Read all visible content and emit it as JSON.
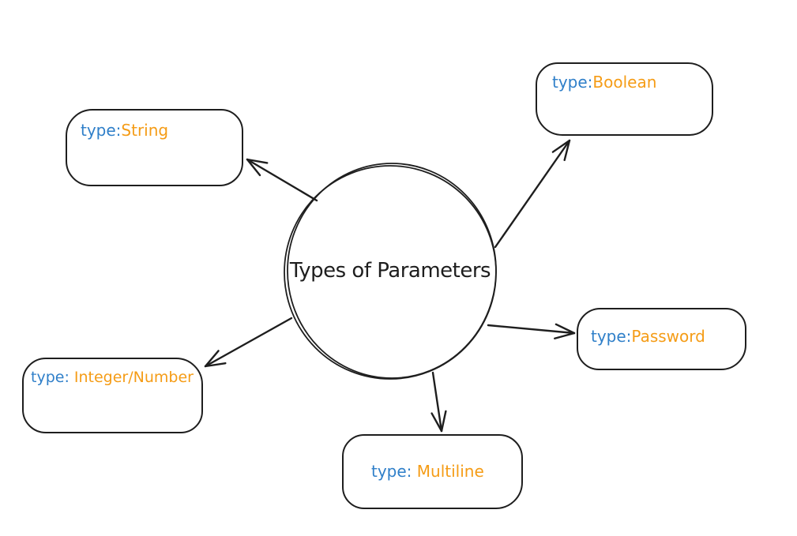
{
  "diagram": {
    "title": "Types of Parameters",
    "colors": {
      "background": "#ffffff",
      "stroke": "#1e1e1e",
      "type_prefix_blue": "#2f7fc9",
      "type_value_orange": "#f59c16"
    },
    "center": {
      "shape": "circle",
      "label": "Types of Parameters"
    },
    "nodes": [
      {
        "id": "string",
        "shape": "rounded-rectangle",
        "prefix": "type:",
        "value": "String"
      },
      {
        "id": "boolean",
        "shape": "rounded-rectangle",
        "prefix": "type:",
        "value": "Boolean"
      },
      {
        "id": "password",
        "shape": "rounded-rectangle",
        "prefix": "type:",
        "value": "Password"
      },
      {
        "id": "integer",
        "shape": "rounded-rectangle",
        "prefix": "type:",
        "value": " Integer/Number"
      },
      {
        "id": "multiline",
        "shape": "rounded-rectangle",
        "prefix": "type:",
        "value": " Multiline"
      }
    ],
    "edges": [
      {
        "from": "center",
        "to": "string"
      },
      {
        "from": "center",
        "to": "boolean"
      },
      {
        "from": "center",
        "to": "password"
      },
      {
        "from": "center",
        "to": "integer"
      },
      {
        "from": "center",
        "to": "multiline"
      }
    ]
  }
}
